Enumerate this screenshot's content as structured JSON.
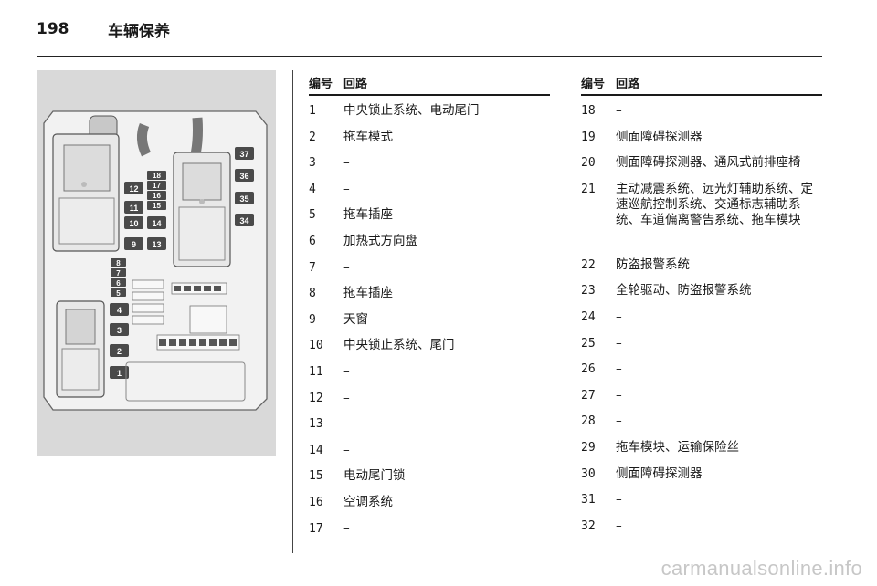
{
  "header": {
    "page_number": "198",
    "title": "车辆保养"
  },
  "table_headers": {
    "number": "编号",
    "circuit": "回路"
  },
  "figure": {
    "fuse_labels": [
      "1",
      "2",
      "3",
      "4",
      "5",
      "6",
      "7",
      "8",
      "9",
      "10",
      "11",
      "12",
      "13",
      "14",
      "15",
      "16",
      "17",
      "18",
      "34",
      "35",
      "36",
      "37"
    ]
  },
  "left_column": [
    {
      "num": "1",
      "desc": "中央锁止系统、电动尾门"
    },
    {
      "num": "2",
      "desc": "拖车模式"
    },
    {
      "num": "3",
      "desc": "–"
    },
    {
      "num": "4",
      "desc": "–"
    },
    {
      "num": "5",
      "desc": "拖车插座"
    },
    {
      "num": "6",
      "desc": "加热式方向盘"
    },
    {
      "num": "7",
      "desc": "–"
    },
    {
      "num": "8",
      "desc": "拖车插座"
    },
    {
      "num": "9",
      "desc": "天窗"
    },
    {
      "num": "10",
      "desc": "中央锁止系统、尾门"
    },
    {
      "num": "11",
      "desc": "–"
    },
    {
      "num": "12",
      "desc": "–"
    },
    {
      "num": "13",
      "desc": "–"
    },
    {
      "num": "14",
      "desc": "–"
    },
    {
      "num": "15",
      "desc": "电动尾门锁"
    },
    {
      "num": "16",
      "desc": "空调系统"
    },
    {
      "num": "17",
      "desc": "–"
    }
  ],
  "right_column": [
    {
      "num": "18",
      "desc": "–"
    },
    {
      "num": "19",
      "desc": "侧面障碍探测器"
    },
    {
      "num": "20",
      "desc": "侧面障碍探测器、通风式前排座椅"
    },
    {
      "num": "21",
      "desc": "主动减震系统、远光灯辅助系统、定速巡航控制系统、交通标志辅助系统、车道偏离警告系统、拖车模块"
    },
    {
      "num": "22",
      "desc": "防盗报警系统"
    },
    {
      "num": "23",
      "desc": "全轮驱动、防盗报警系统"
    },
    {
      "num": "24",
      "desc": "–"
    },
    {
      "num": "25",
      "desc": "–"
    },
    {
      "num": "26",
      "desc": "–"
    },
    {
      "num": "27",
      "desc": "–"
    },
    {
      "num": "28",
      "desc": "–"
    },
    {
      "num": "29",
      "desc": "拖车模块、运输保险丝"
    },
    {
      "num": "30",
      "desc": "侧面障碍探测器"
    },
    {
      "num": "31",
      "desc": "–"
    },
    {
      "num": "32",
      "desc": "–"
    }
  ],
  "watermark": "carmanualsonline.info"
}
